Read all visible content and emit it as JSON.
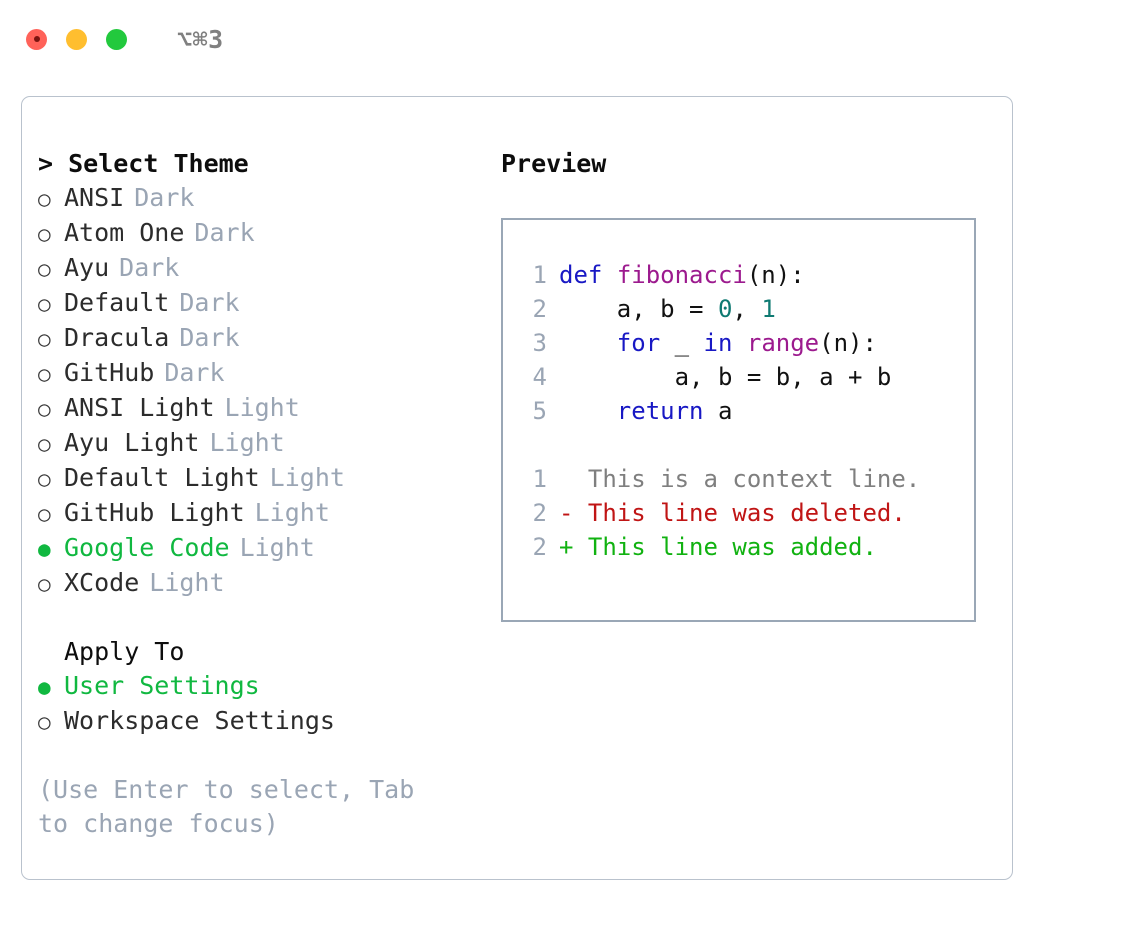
{
  "titlebar": {
    "shortcut": "⌥⌘3",
    "buttons": {
      "close": "close",
      "minimize": "minimize",
      "maximize": "maximize"
    }
  },
  "theme_list": {
    "header": "> Select Theme",
    "items": [
      {
        "marker": "○",
        "name": "ANSI",
        "variant": "Dark",
        "selected": false
      },
      {
        "marker": "○",
        "name": "Atom One",
        "variant": "Dark",
        "selected": false
      },
      {
        "marker": "○",
        "name": "Ayu",
        "variant": "Dark",
        "selected": false
      },
      {
        "marker": "○",
        "name": "Default",
        "variant": "Dark",
        "selected": false
      },
      {
        "marker": "○",
        "name": "Dracula",
        "variant": "Dark",
        "selected": false
      },
      {
        "marker": "○",
        "name": "GitHub",
        "variant": "Dark",
        "selected": false
      },
      {
        "marker": "○",
        "name": "ANSI Light",
        "variant": "Light",
        "selected": false
      },
      {
        "marker": "○",
        "name": "Ayu Light",
        "variant": "Light",
        "selected": false
      },
      {
        "marker": "○",
        "name": "Default Light",
        "variant": "Light",
        "selected": false
      },
      {
        "marker": "○",
        "name": "GitHub Light",
        "variant": "Light",
        "selected": false
      },
      {
        "marker": "●",
        "name": "Google Code",
        "variant": "Light",
        "selected": true
      },
      {
        "marker": "○",
        "name": "XCode",
        "variant": "Light",
        "selected": false
      }
    ]
  },
  "apply_to": {
    "header": "Apply To",
    "options": [
      {
        "marker": "●",
        "label": "User Settings",
        "selected": true
      },
      {
        "marker": "○",
        "label": "Workspace Settings",
        "selected": false
      }
    ]
  },
  "hint": "(Use Enter to select, Tab to change focus)",
  "preview": {
    "header": "Preview",
    "code_lines": [
      {
        "num": "1",
        "tokens": [
          {
            "t": "def",
            "c": "kw"
          },
          {
            "t": " ",
            "c": "pl"
          },
          {
            "t": "fibonacci",
            "c": "fn"
          },
          {
            "t": "(n):",
            "c": "pl"
          }
        ]
      },
      {
        "num": "2",
        "tokens": [
          {
            "t": "    a, b = ",
            "c": "pl"
          },
          {
            "t": "0",
            "c": "num"
          },
          {
            "t": ", ",
            "c": "pl"
          },
          {
            "t": "1",
            "c": "num"
          }
        ]
      },
      {
        "num": "3",
        "tokens": [
          {
            "t": "    ",
            "c": "pl"
          },
          {
            "t": "for",
            "c": "kw"
          },
          {
            "t": " _ ",
            "c": "pl"
          },
          {
            "t": "in",
            "c": "kw"
          },
          {
            "t": " ",
            "c": "pl"
          },
          {
            "t": "range",
            "c": "fn"
          },
          {
            "t": "(n):",
            "c": "pl"
          }
        ]
      },
      {
        "num": "4",
        "tokens": [
          {
            "t": "        a, b = b, a + b",
            "c": "pl"
          }
        ]
      },
      {
        "num": "5",
        "tokens": [
          {
            "t": "    ",
            "c": "pl"
          },
          {
            "t": "return",
            "c": "kw"
          },
          {
            "t": " a",
            "c": "pl"
          }
        ]
      }
    ],
    "diff_lines": [
      {
        "num": "1",
        "sign": " ",
        "text": " This is a context line.",
        "kind": "ctx"
      },
      {
        "num": "2",
        "sign": "-",
        "text": " This line was deleted.",
        "kind": "del"
      },
      {
        "num": "2",
        "sign": "+",
        "text": " This line was added.",
        "kind": "add"
      }
    ]
  },
  "colors": {
    "selected_green": "#10b840",
    "muted_gray": "#9aa5b4",
    "keyword_blue": "#1818c4",
    "function_purple": "#9c1a8e",
    "number_teal": "#0f7a72",
    "diff_delete_red": "#c01515",
    "diff_add_green": "#11b211",
    "border_gray": "#b9c2cd"
  }
}
